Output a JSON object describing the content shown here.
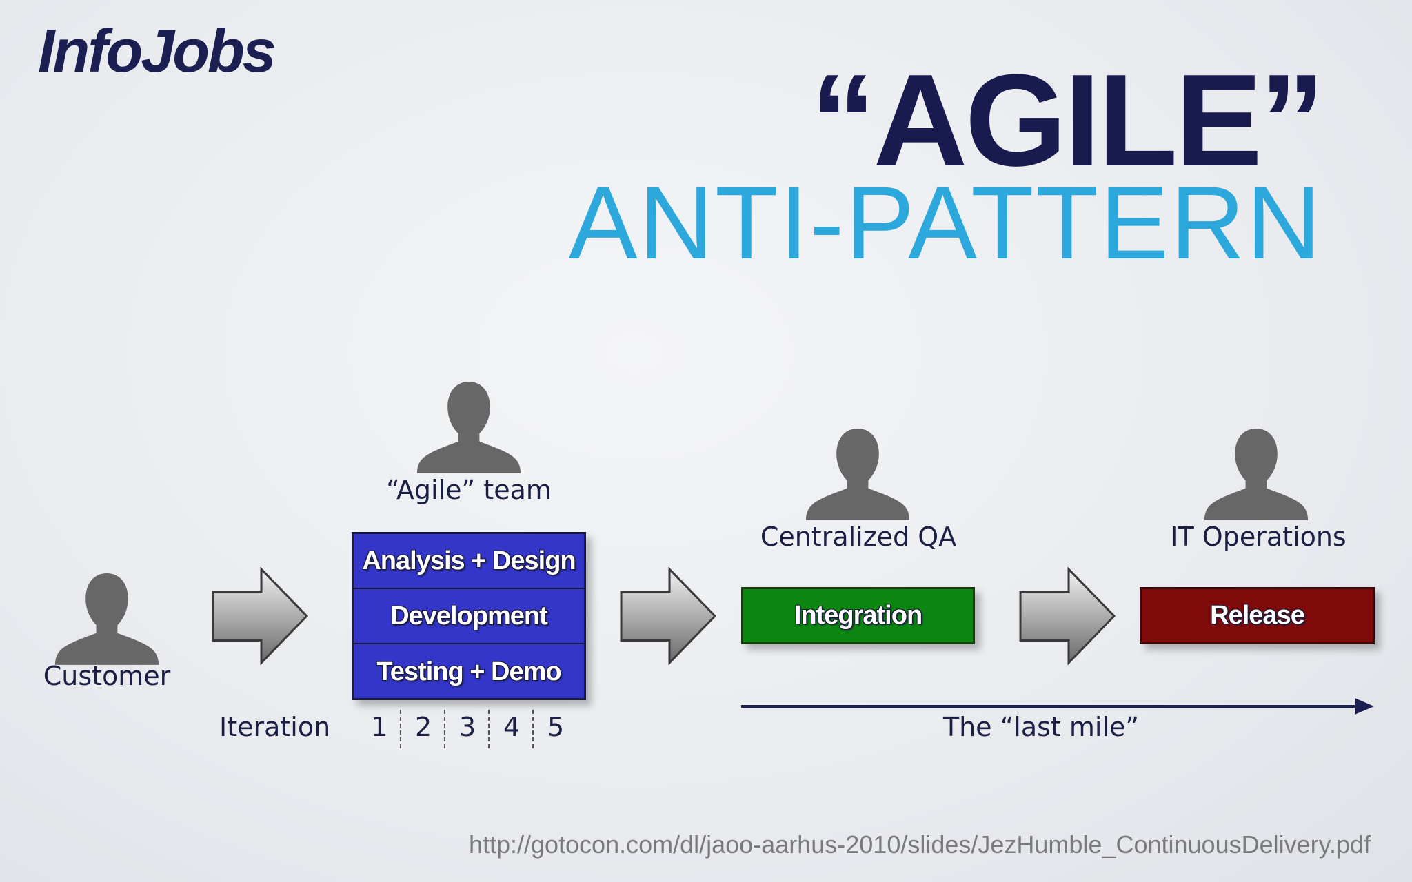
{
  "slide": {
    "logo": "InfoJobs",
    "title": "“AGILE”",
    "subtitle": "ANTI-PATTERN",
    "url": "http://gotocon.com/dl/jaoo-aarhus-2010/slides/JezHumble_ContinuousDelivery.pdf"
  },
  "roles": {
    "customer": "Customer",
    "agile_team": "“Agile” team",
    "centralized_qa": "Centralized QA",
    "it_operations": "IT Operations"
  },
  "team_stack": [
    "Analysis + Design",
    "Development",
    "Testing + Demo"
  ],
  "stages": {
    "integration": "Integration",
    "release": "Release"
  },
  "iteration": {
    "label": "Iteration",
    "numbers": [
      "1",
      "2",
      "3",
      "4",
      "5"
    ]
  },
  "last_mile": "The “last mile”",
  "colors": {
    "dark_navy": "#191b4f",
    "cyan": "#2da8dc",
    "team_blue": "#3336c8",
    "integration_green": "#0c8511",
    "release_red": "#7f0a0a",
    "person_gray": "#666666"
  }
}
